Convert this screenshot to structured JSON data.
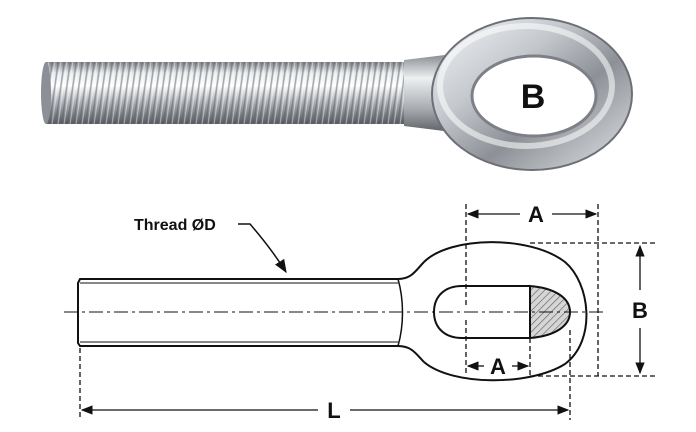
{
  "labels": {
    "photo_eye_label": "B",
    "thread_label": "Thread ØD",
    "dim_a_top": "A",
    "dim_a_inner": "A",
    "dim_b": "B",
    "dim_l": "L"
  },
  "colors": {
    "steel_light": "#eef0f2",
    "steel_mid": "#b9bdc2",
    "steel_dark": "#6f7379",
    "line": "#111111",
    "hatch": "#888888"
  }
}
